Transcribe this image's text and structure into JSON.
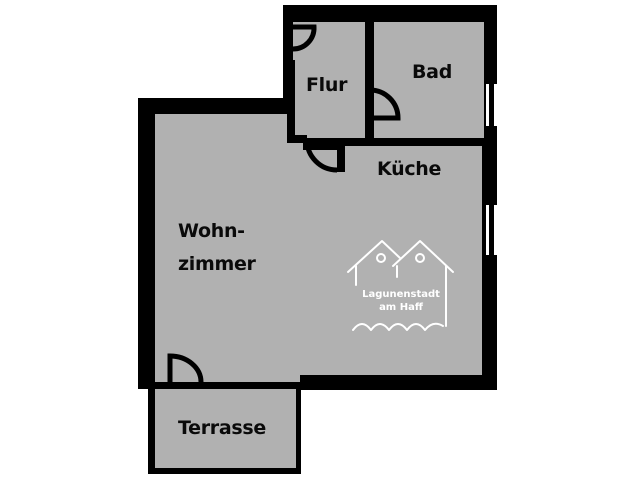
{
  "floorplan": {
    "colors": {
      "wall": "#000000",
      "floor": "#b1b1b1",
      "background": "#ffffff",
      "logo": "#ffffff"
    },
    "rooms": {
      "flur": "Flur",
      "bad": "Bad",
      "kueche": "Küche",
      "wohnzimmer_line1": "Wohn-",
      "wohnzimmer_line2": "zimmer",
      "terrasse": "Terrasse"
    },
    "logo": {
      "line1": "Lagunenstadt",
      "line2": "am Haff",
      "icon": "two-houses-waves-icon"
    }
  }
}
